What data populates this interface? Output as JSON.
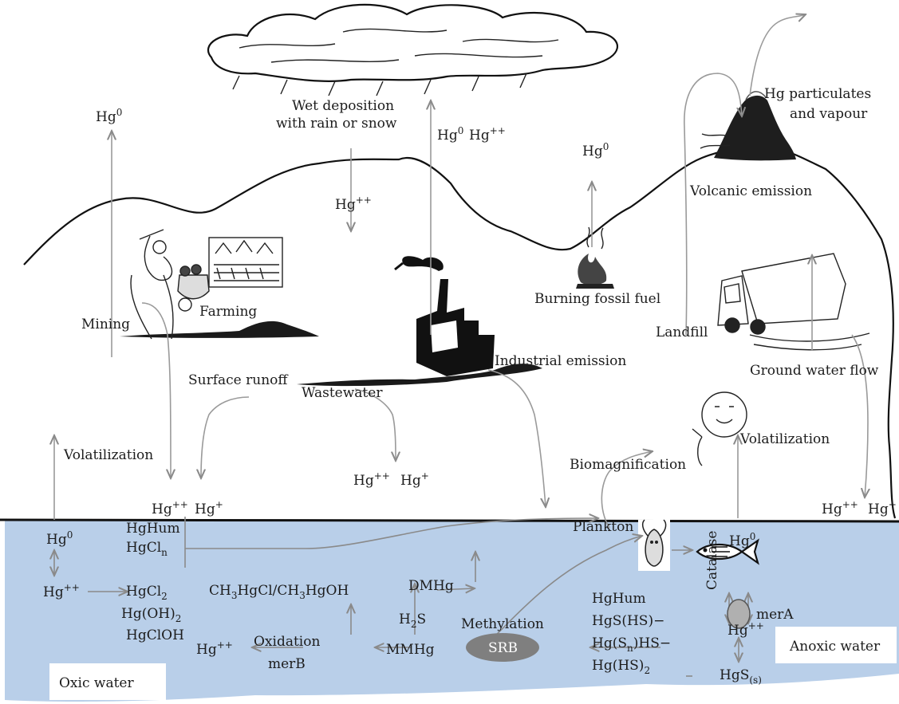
{
  "atmosphere": {
    "hg0_left": {
      "base": "Hg",
      "sup": "0"
    },
    "wet_deposition_line1": "Wet deposition",
    "wet_deposition_line2": "with rain or snow",
    "hg_pp_deposition": {
      "base": "Hg",
      "sup": "++"
    },
    "industrial_hg0": {
      "base": "Hg",
      "sup": "0"
    },
    "industrial_hgpp": {
      "base": "Hg",
      "sup": "++"
    },
    "burning_hg0": {
      "base": "Hg",
      "sup": "0"
    },
    "volcano_line1": "Hg particulates",
    "volcano_line2": "and vapour"
  },
  "land": {
    "volcanic_emission": "Volcanic emission",
    "mining": "Mining",
    "farming": "Farming",
    "burning_fossil_fuel": "Burning fossil fuel",
    "landfill": "Landfill",
    "surface_runoff": "Surface runoff",
    "wastewater": "Wastewater",
    "industrial_emission": "Industrial emission",
    "ground_water_flow": "Ground water flow",
    "volatilization_left": "Volatilization",
    "volatilization_right": "Volatilization",
    "biomagnification": "Biomagnification",
    "runoff_hgpp": {
      "base": "Hg",
      "sup": "++"
    },
    "runoff_hgp": {
      "base": "Hg",
      "sup": "+"
    },
    "waste_hgpp": {
      "base": "Hg",
      "sup": "++"
    },
    "waste_hgp": {
      "base": "Hg",
      "sup": "+"
    },
    "gw_hgpp": {
      "base": "Hg",
      "sup": "++"
    },
    "gw_hgp": {
      "base": "Hg",
      "sup": "+"
    }
  },
  "water": {
    "plankton": "Plankton",
    "hg0_left": {
      "base": "Hg",
      "sup": "0"
    },
    "hgpp_left": {
      "base": "Hg",
      "sup": "++"
    },
    "hghum": "HgHum",
    "hgcln": {
      "base": "HgCl",
      "sub": "n"
    },
    "hgcl2": {
      "base": "HgCl",
      "sub": "2"
    },
    "hgoh2": {
      "base": "Hg(OH)",
      "sub": "2"
    },
    "hgcloh": "HgClOH",
    "ch3": {
      "a": "CH",
      "s1": "3",
      "b": "HgCl/CH",
      "s2": "3",
      "c": "HgOH"
    },
    "dmhg": "DMHg",
    "h2s": {
      "a": "H",
      "s": "2",
      "b": "S"
    },
    "mmhg": "MMHg",
    "methylation": "Methylation",
    "srb": "SRB",
    "oxidation": "Oxidation",
    "merb": "merB",
    "hgpp_oxidized": {
      "base": "Hg",
      "sup": "++"
    },
    "oxic_water": "Oxic water",
    "anoxic_water": "Anoxic water",
    "sulfur_hghum": "HgHum",
    "hgs_hs": "HgS(HS)−",
    "hg_sn_hs": {
      "a": "Hg(S",
      "s": "n",
      "b": ")HS−"
    },
    "hg_hs2": {
      "a": "Hg(HS)",
      "s": "2"
    },
    "hg0_right": {
      "base": "Hg",
      "sup": "0"
    },
    "catalase": "Catalase",
    "mera": "merA",
    "hgpp_right": {
      "base": "Hg",
      "sup": "++"
    },
    "hgs_s": {
      "base": "HgS",
      "sub": "(s)"
    }
  },
  "colors": {
    "water": "#b9cfe9",
    "arrow": "#9a9a9a",
    "ink": "#111111",
    "srb": "#7f7f7f",
    "mera": "#b0b0b0"
  },
  "icons": [
    "cloud-icon",
    "volcano-icon",
    "miner-icon",
    "farm-icon",
    "factory-icon",
    "fire-icon",
    "truck-icon",
    "plankton-icon",
    "fish-icon",
    "person-icon"
  ]
}
